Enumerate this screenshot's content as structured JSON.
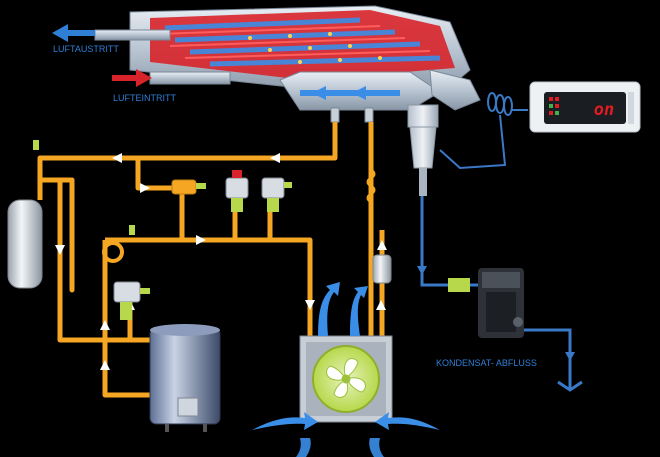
{
  "labels": {
    "air_outlet": "LUFTAUSTRITT",
    "air_inlet": "LUFTEINTRITT",
    "condensate_drain": "KONDENSAT- ABFLUSS"
  },
  "controller": {
    "display_text": "on"
  },
  "colors": {
    "background": "#000000",
    "refrigerant_pipe": "#f5a623",
    "water_pipe": "#3a78c8",
    "air_flow": "#2f7fd6",
    "hot_coil": "#d8232a",
    "fan_blade": "#b6d84a",
    "controller_led": "#e01b22"
  }
}
